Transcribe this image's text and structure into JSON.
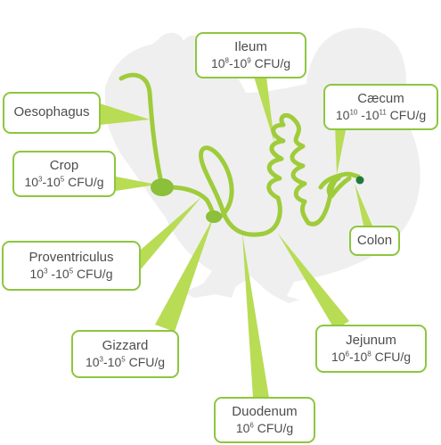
{
  "colors": {
    "accent": "#8dc63f",
    "gut": "#9fcc3b",
    "silhouette": "#efefef",
    "text": "#4d4d4d",
    "colon_node": "#1f7a3c"
  },
  "labels": {
    "ileum": {
      "name": "Ileum",
      "cfu": {
        "base1": "10",
        "exp1": "8",
        "sep": "-",
        "base2": "10",
        "exp2": "9",
        "unit": " CFU/g"
      }
    },
    "caecum": {
      "name": "Cæcum",
      "cfu": {
        "base1": "10",
        "exp1": "10",
        "sep": " -",
        "base2": "10",
        "exp2": "11",
        "unit": " CFU/g"
      }
    },
    "oesophagus": {
      "name": "Oesophagus"
    },
    "crop": {
      "name": "Crop",
      "cfu": {
        "base1": "10",
        "exp1": "3",
        "sep": "-",
        "base2": "10",
        "exp2": "5",
        "unit": " CFU/g"
      }
    },
    "colon": {
      "name": "Colon"
    },
    "proventriculus": {
      "name": "Proventriculus",
      "cfu": {
        "base1": "10",
        "exp1": "3",
        "sep": " -",
        "base2": "10",
        "exp2": "5",
        "unit": " CFU/g"
      }
    },
    "gizzard": {
      "name": "Gizzard",
      "cfu": {
        "base1": "10",
        "exp1": "3",
        "sep": "-",
        "base2": "10",
        "exp2": "5",
        "unit": " CFU/g"
      }
    },
    "jejunum": {
      "name": "Jejunum",
      "cfu": {
        "base1": "10",
        "exp1": "6",
        "sep": "-",
        "base2": "10",
        "exp2": "8",
        "unit": " CFU/g"
      }
    },
    "duodenum": {
      "name": "Duodenum",
      "cfu": {
        "base1": "10",
        "exp1": "6",
        "unit": " CFU/g"
      }
    }
  }
}
